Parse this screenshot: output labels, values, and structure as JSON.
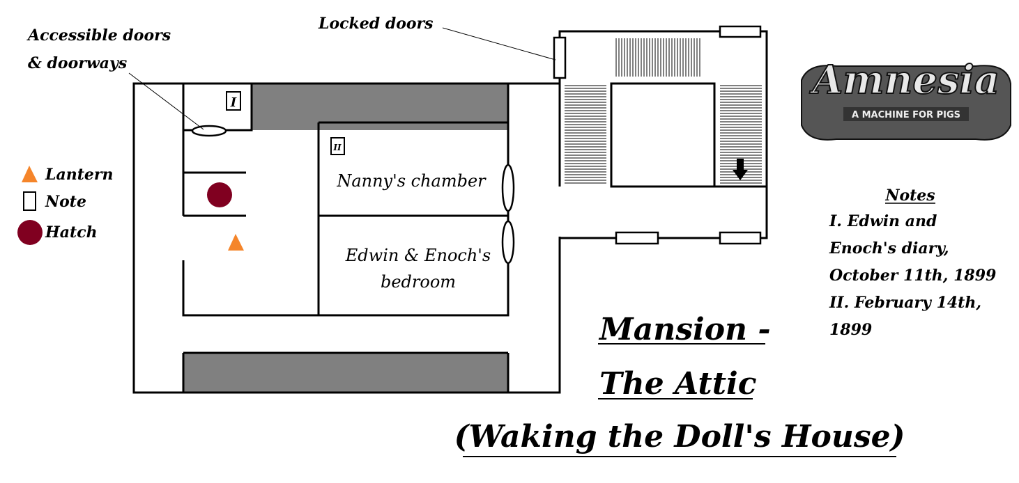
{
  "annotations": {
    "accessible_doors_line1": "Accessible doors",
    "accessible_doors_line2": "& doorways",
    "locked_doors": "Locked doors"
  },
  "legend": [
    {
      "label": "Lantern",
      "icon": "triangle-icon",
      "color": "#f5852a"
    },
    {
      "label": "Note",
      "icon": "note-icon",
      "color": "#ffffff"
    },
    {
      "label": "Hatch",
      "icon": "circle-icon",
      "color": "#800020"
    }
  ],
  "rooms": {
    "nanny": "Nanny's chamber",
    "edwin_line1": "Edwin & Enoch's",
    "edwin_line2": "bedroom"
  },
  "note_markers": [
    "I",
    "II"
  ],
  "notes": {
    "heading": "Notes",
    "lines": [
      "I. Edwin and",
      "Enoch's diary,",
      "October 11th, 1899",
      "II. February 14th,",
      "1899"
    ]
  },
  "title": {
    "line1": "Mansion -",
    "line2": "The Attic",
    "line3": "(Waking the Doll's House)"
  },
  "logo": {
    "main": "Amnesia",
    "sub": "A MACHINE FOR PIGS"
  },
  "colors": {
    "wall": "#000000",
    "blocked": "#808080",
    "hatch": "#800020",
    "lantern": "#f5852a"
  }
}
